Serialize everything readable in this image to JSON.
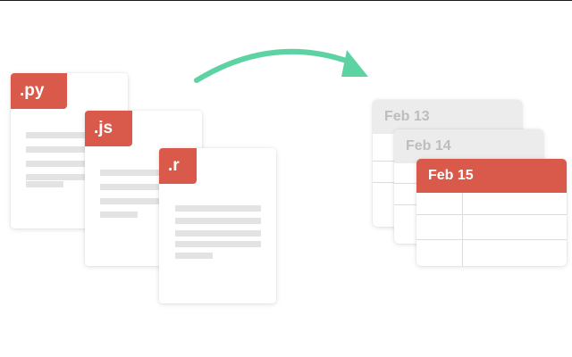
{
  "files": [
    {
      "extension": ".py"
    },
    {
      "extension": ".js"
    },
    {
      "extension": ".r"
    }
  ],
  "calendar_cards": [
    {
      "date": "Feb 13"
    },
    {
      "date": "Feb 14"
    },
    {
      "date": "Feb 15"
    }
  ],
  "colors": {
    "badge": "#d9594a",
    "arrow": "#5dd3a4",
    "inactive_header": "#ececec",
    "inactive_text": "#bdbdbd",
    "placeholder_line": "#e3e3e3"
  },
  "icons": {
    "arrow": "curved-arrow-icon"
  }
}
